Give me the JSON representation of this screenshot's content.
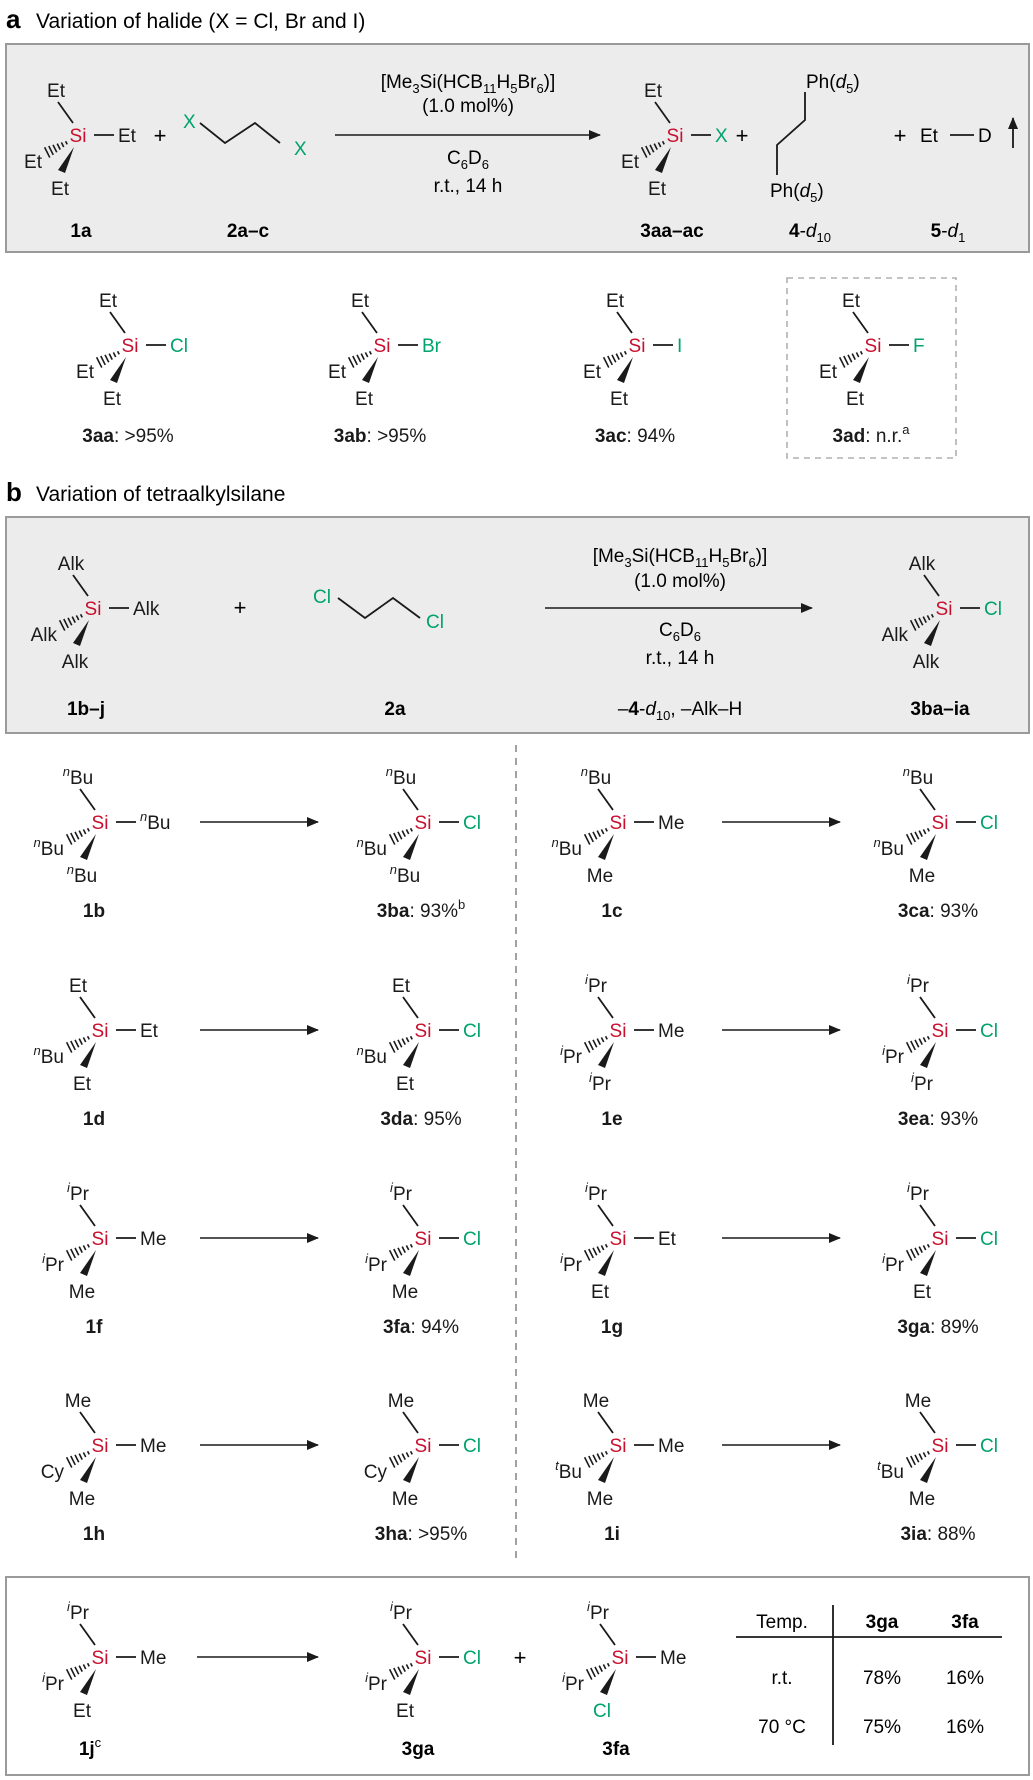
{
  "colors": {
    "silicon": "#c8102e",
    "halogen": "#00a36c",
    "box_fill": "#ececec",
    "box_stroke": "#9a9a9a",
    "text": "#1a1a1a"
  },
  "section_a": {
    "letter": "a",
    "title": "Variation of halide (X = Cl, Br and I)",
    "catalyst": "[Me3Si(HCB11H5Br6)]",
    "loading": "(1.0 mol%)",
    "solvent": "C6D6",
    "conditions": "r.t., 14 h",
    "plus": "+",
    "gas_arrow": "↑",
    "labels": {
      "sm": "1a",
      "reagent": "2a–c",
      "product": "3aa–ac",
      "byproduct1": "4-d10",
      "byproduct2": "5-d1"
    },
    "byproduct_groups": {
      "top": "Ph(d5)",
      "bottom": "Ph(d5)",
      "et": "Et",
      "d": "D"
    },
    "products": [
      {
        "id": "3aa",
        "halogen": "Cl",
        "result": ">95%"
      },
      {
        "id": "3ab",
        "halogen": "Br",
        "result": ">95%"
      },
      {
        "id": "3ac",
        "halogen": "I",
        "result": "94%"
      },
      {
        "id": "3ad",
        "halogen": "F",
        "result": "n.r.",
        "note": "a"
      }
    ]
  },
  "section_b": {
    "letter": "b",
    "title": "Variation of tetraalkylsilane",
    "catalyst": "[Me3Si(HCB11H5Br6)]",
    "loading": "(1.0 mol%)",
    "solvent": "C6D6",
    "conditions": "r.t., 14 h",
    "byproducts": "–4-d10, –Alk–H",
    "plus": "+",
    "labels": {
      "sm": "1b–j",
      "reagent": "2a",
      "product": "3ba–ia"
    },
    "alkyl": "Alk",
    "reactions": [
      {
        "sm": "1b",
        "product": "3ba",
        "result": "93%",
        "note": "b"
      },
      {
        "sm": "1c",
        "product": "3ca",
        "result": "93%"
      },
      {
        "sm": "1d",
        "product": "3da",
        "result": "95%"
      },
      {
        "sm": "1e",
        "product": "3ea",
        "result": "93%"
      },
      {
        "sm": "1f",
        "product": "3fa",
        "result": "94%"
      },
      {
        "sm": "1g",
        "product": "3ga",
        "result": "89%"
      },
      {
        "sm": "1h",
        "product": "3ha",
        "result": ">95%"
      },
      {
        "sm": "1i",
        "product": "3ia",
        "result": "88%"
      }
    ]
  },
  "section_c": {
    "sm": "1j",
    "sm_note": "c",
    "product1": "3ga",
    "product2": "3fa",
    "plus": "+",
    "table": {
      "headers": [
        "Temp.",
        "3ga",
        "3fa"
      ],
      "rows": [
        [
          "r.t.",
          "78%",
          "16%"
        ],
        [
          "70 °C",
          "75%",
          "16%"
        ]
      ]
    }
  }
}
